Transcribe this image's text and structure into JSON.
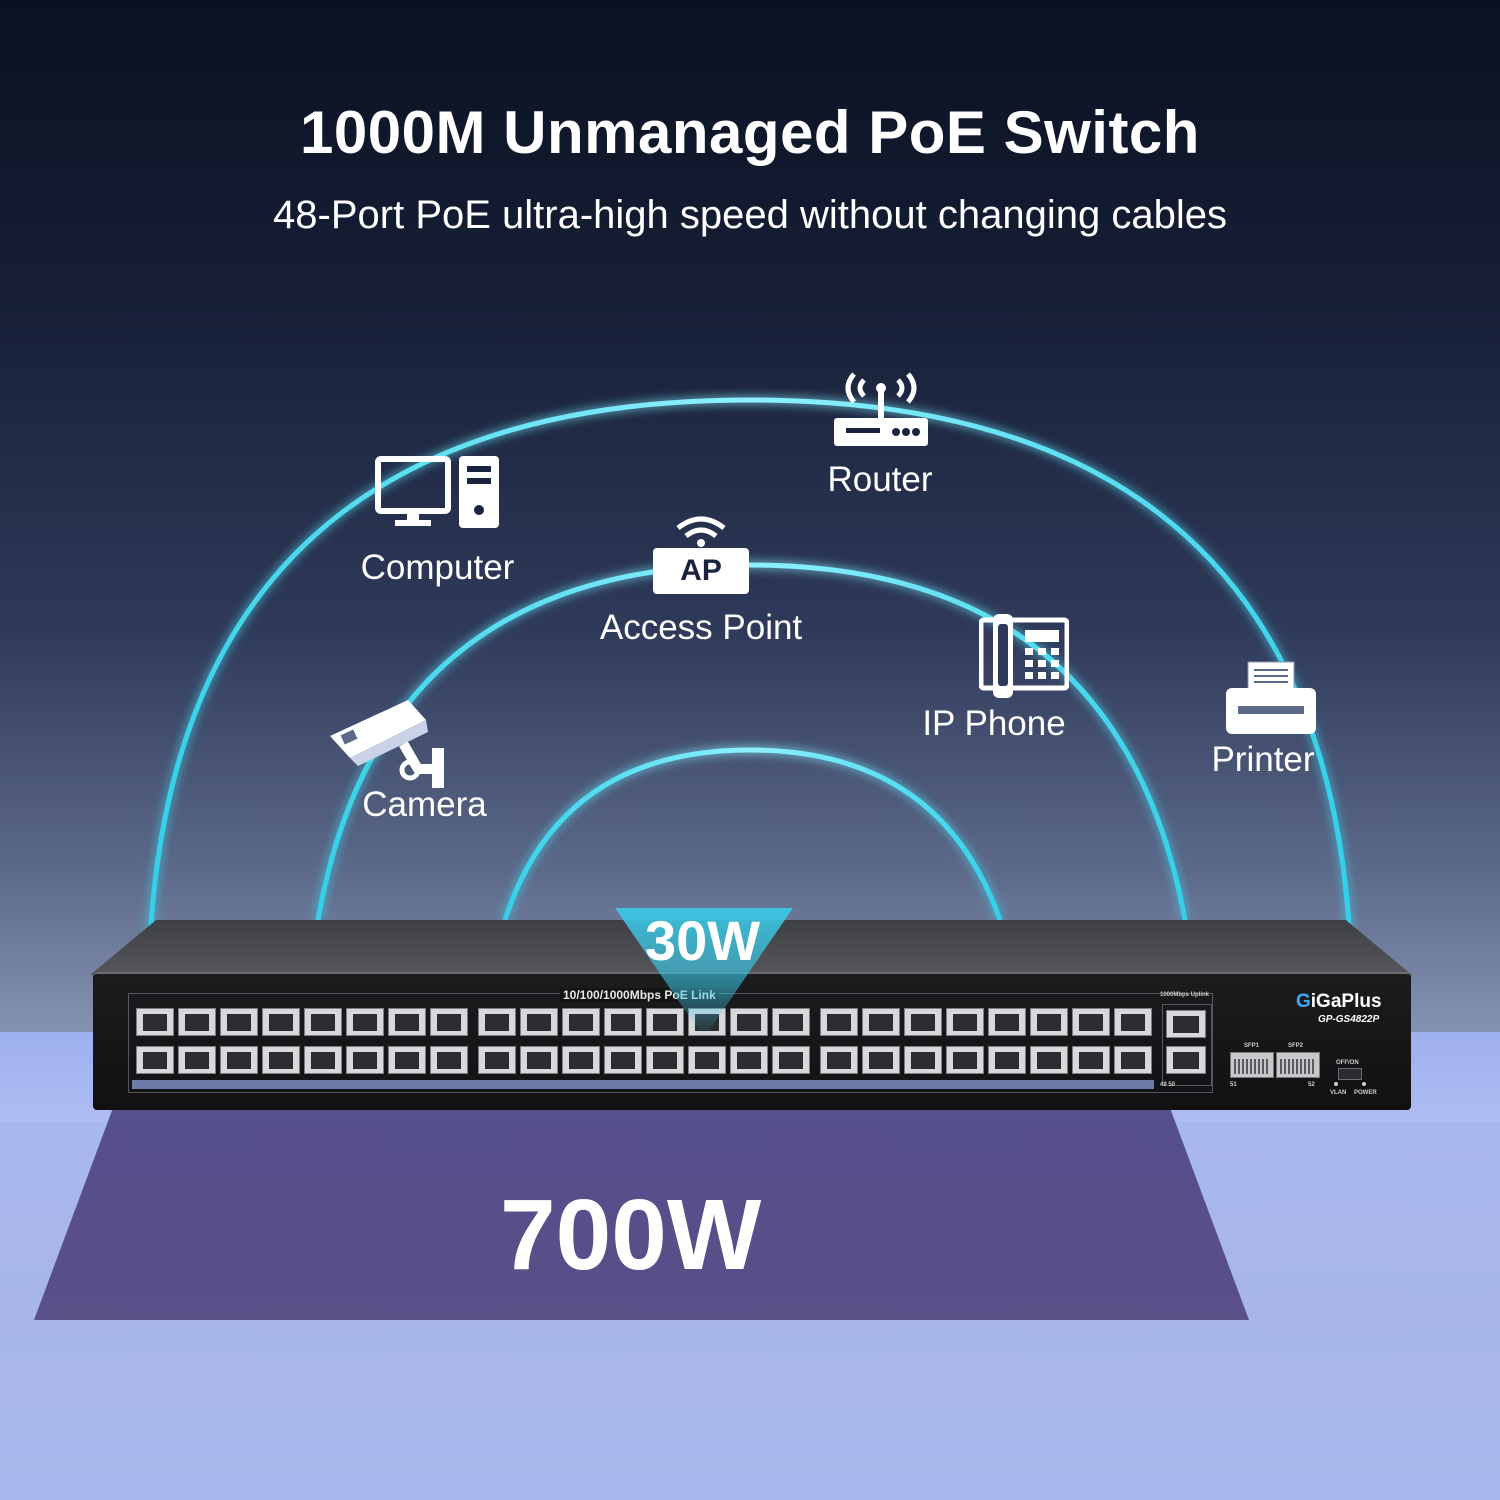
{
  "header": {
    "title": "1000M Unmanaged PoE Switch",
    "subtitle": "48-Port PoE ultra-high speed without changing cables"
  },
  "devices": {
    "router": {
      "label": "Router",
      "icon": "router-icon"
    },
    "computer": {
      "label": "Computer",
      "icon": "computer-icon"
    },
    "access_point": {
      "label": "Access Point",
      "icon": "access-point-icon",
      "badge": "AP"
    },
    "ip_phone": {
      "label": "IP Phone",
      "icon": "ip-phone-icon"
    },
    "camera": {
      "label": "Camera",
      "icon": "camera-icon"
    },
    "printer": {
      "label": "Printer",
      "icon": "printer-icon"
    }
  },
  "power": {
    "per_port": "30W",
    "total": "700W"
  },
  "switch": {
    "ports_label": "10/100/1000Mbps PoE Link",
    "uplink_label": "1000Mbps Uplink",
    "brand_g": "G",
    "brand_rest": "iGaPlus",
    "model": "GP-GS4822P",
    "sfp1": "SFP1",
    "sfp2": "SFP2",
    "port_49_50": "49  50",
    "port_51": "51",
    "port_52": "52",
    "offon": "OFF/ON",
    "vlan": "VLAN",
    "power_label": "POWER"
  },
  "colors": {
    "arc": "#35d0e8",
    "accent": "#3fa9f5",
    "power_box": "#5a4f87"
  }
}
